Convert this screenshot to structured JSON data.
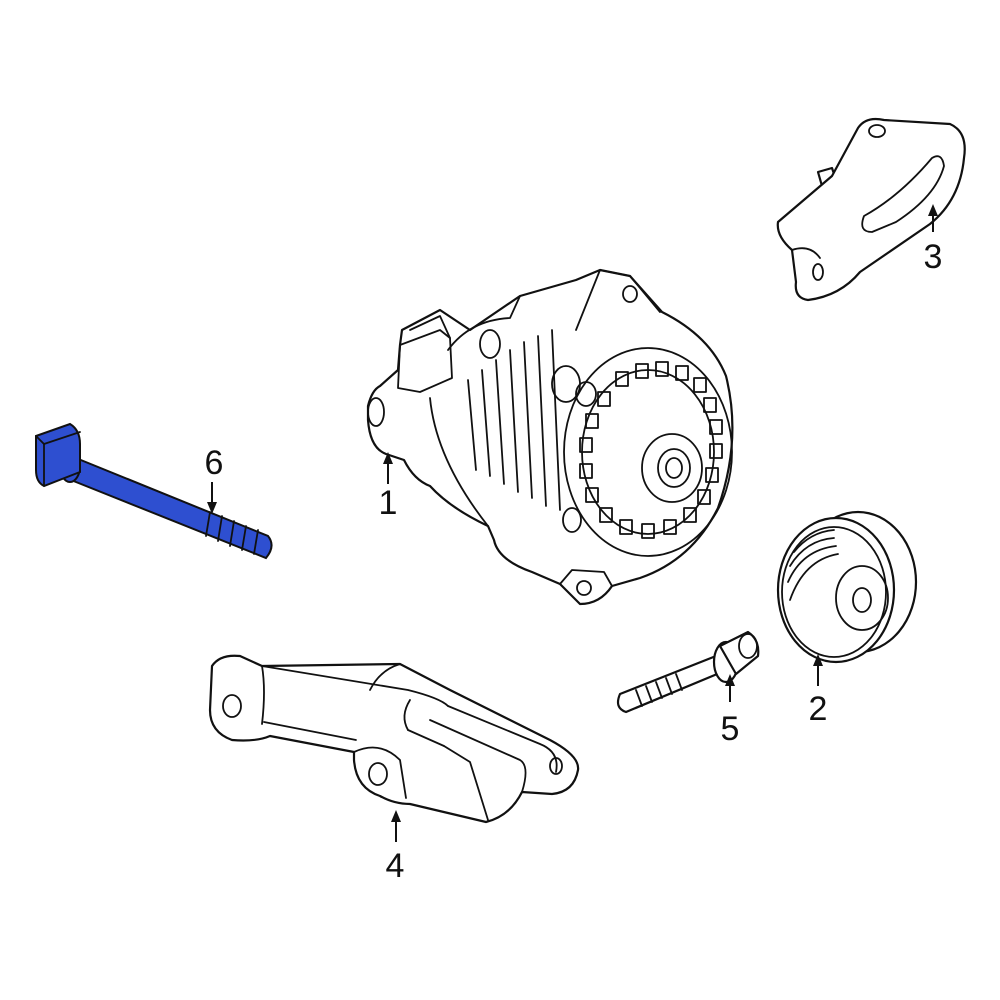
{
  "callouts": [
    {
      "id": 1,
      "label": "1",
      "part": "alternator"
    },
    {
      "id": 2,
      "label": "2",
      "part": "pulley"
    },
    {
      "id": 3,
      "label": "3",
      "part": "upper-bracket"
    },
    {
      "id": 4,
      "label": "4",
      "part": "lower-mounting-bracket"
    },
    {
      "id": 5,
      "label": "5",
      "part": "flange-bolt"
    },
    {
      "id": 6,
      "label": "6",
      "part": "through-bolt"
    }
  ],
  "colors": {
    "highlight": "#2e4fd0",
    "line": "#111111",
    "background": "#ffffff"
  },
  "highlighted_part": 6
}
